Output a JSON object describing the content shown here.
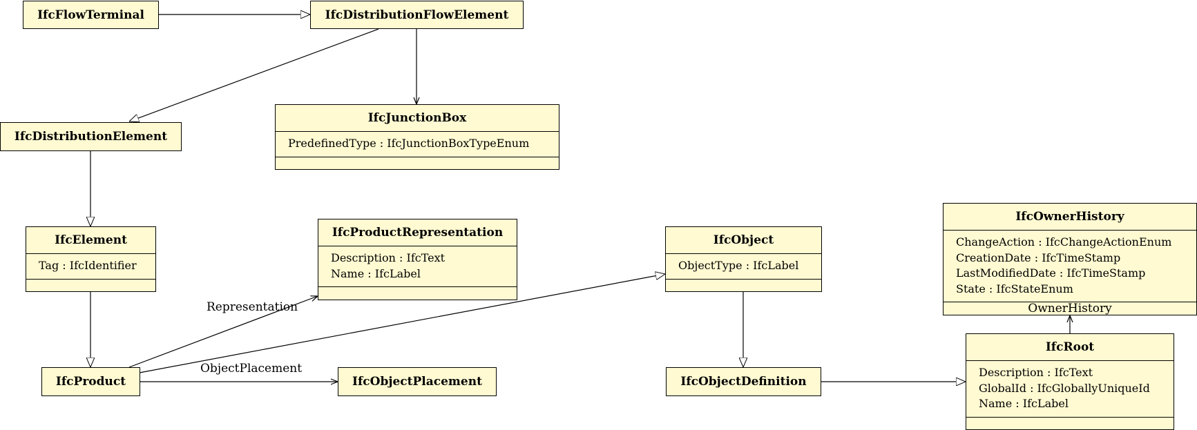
{
  "classes": {
    "flow_terminal": {
      "name": "IfcFlowTerminal"
    },
    "distribution_flow_element": {
      "name": "IfcDistributionFlowElement"
    },
    "junction_box": {
      "name": "IfcJunctionBox",
      "attributes": [
        "PredefinedType : IfcJunctionBoxTypeEnum"
      ]
    },
    "distribution_element": {
      "name": "IfcDistributionElement"
    },
    "element": {
      "name": "IfcElement",
      "attributes": [
        "Tag : IfcIdentifier"
      ]
    },
    "product_representation": {
      "name": "IfcProductRepresentation",
      "attributes": [
        "Description : IfcText",
        "Name : IfcLabel"
      ]
    },
    "object": {
      "name": "IfcObject",
      "attributes": [
        "ObjectType : IfcLabel"
      ]
    },
    "owner_history": {
      "name": "IfcOwnerHistory",
      "attributes": [
        "ChangeAction : IfcChangeActionEnum",
        "CreationDate : IfcTimeStamp",
        "LastModifiedDate : IfcTimeStamp",
        "State : IfcStateEnum"
      ]
    },
    "product": {
      "name": "IfcProduct"
    },
    "object_placement": {
      "name": "IfcObjectPlacement"
    },
    "object_definition": {
      "name": "IfcObjectDefinition"
    },
    "root": {
      "name": "IfcRoot",
      "attributes": [
        "Description : IfcText",
        "GlobalId : IfcGloballyUniqueId",
        "Name : IfcLabel"
      ]
    }
  },
  "associations": {
    "representation": "Representation",
    "object_placement": "ObjectPlacement",
    "owner_history": "OwnerHistory"
  },
  "colors": {
    "class_fill": "#fffad2",
    "line": "#000000"
  }
}
